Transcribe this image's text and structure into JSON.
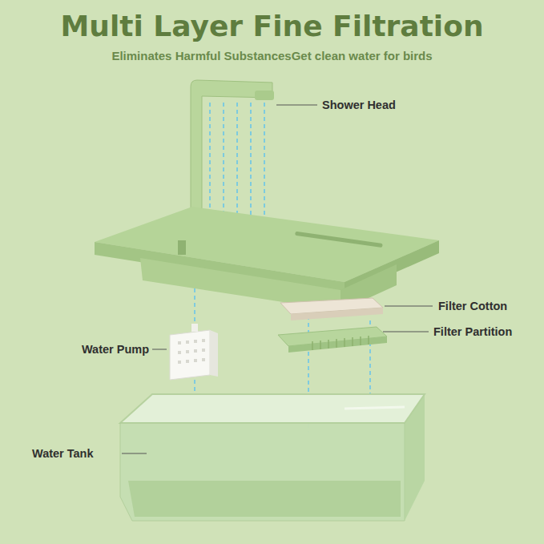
{
  "diagram": {
    "title": "Multi Layer Fine Filtration",
    "labels": [
      "Eliminates Harmful SubstancesGet clean water for birds",
      "Shower Head",
      "Filter Cotton",
      "Filter Partition",
      "Water Pump",
      "Water Tank"
    ]
  }
}
